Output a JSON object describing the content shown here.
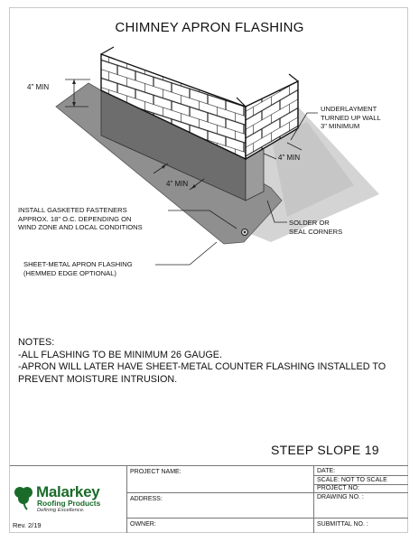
{
  "title": "CHIMNEY APRON FLASHING",
  "dimensions": {
    "left_height": "4\" MIN",
    "front_extension": "4\" MIN",
    "side": "4\" MIN"
  },
  "callouts": {
    "underlayment": "UNDERLAYMENT\nTURNED UP WALL\n3\" MINIMUM",
    "fasteners": "INSTALL GASKETED FASTENERS\nAPPROX. 18\" O.C. DEPENDING ON\nWIND ZONE AND LOCAL CONDITIONS",
    "solder": "SOLDER OR\nSEAL CORNERS",
    "apron": "SHEET-METAL APRON FLASHING\n(HEMMED EDGE OPTIONAL)"
  },
  "notes": {
    "heading": "NOTES:",
    "lines": [
      "-ALL FLASHING TO BE MINIMUM 26 GAUGE.",
      "-APRON WILL LATER HAVE SHEET-METAL COUNTER FLASHING INSTALLED TO",
      "PREVENT MOISTURE INTRUSION."
    ]
  },
  "sheet_id": "STEEP SLOPE 19",
  "title_block": {
    "project_name": "PROJECT NAME:",
    "address": "ADDRESS:",
    "owner": "OWNER:",
    "date": "DATE:",
    "scale": "SCALE:  NOT TO SCALE",
    "project_no": "PROJECT NO:",
    "drawing_no": "DRAWING NO. :",
    "submittal_no": "SUBMITTAL NO. :"
  },
  "logo": {
    "brand": "Malarkey",
    "sub": "Roofing Products",
    "tagline": "Defining Excellence.",
    "color": "#1a6b2a"
  },
  "revision": "Rev. 2/19"
}
